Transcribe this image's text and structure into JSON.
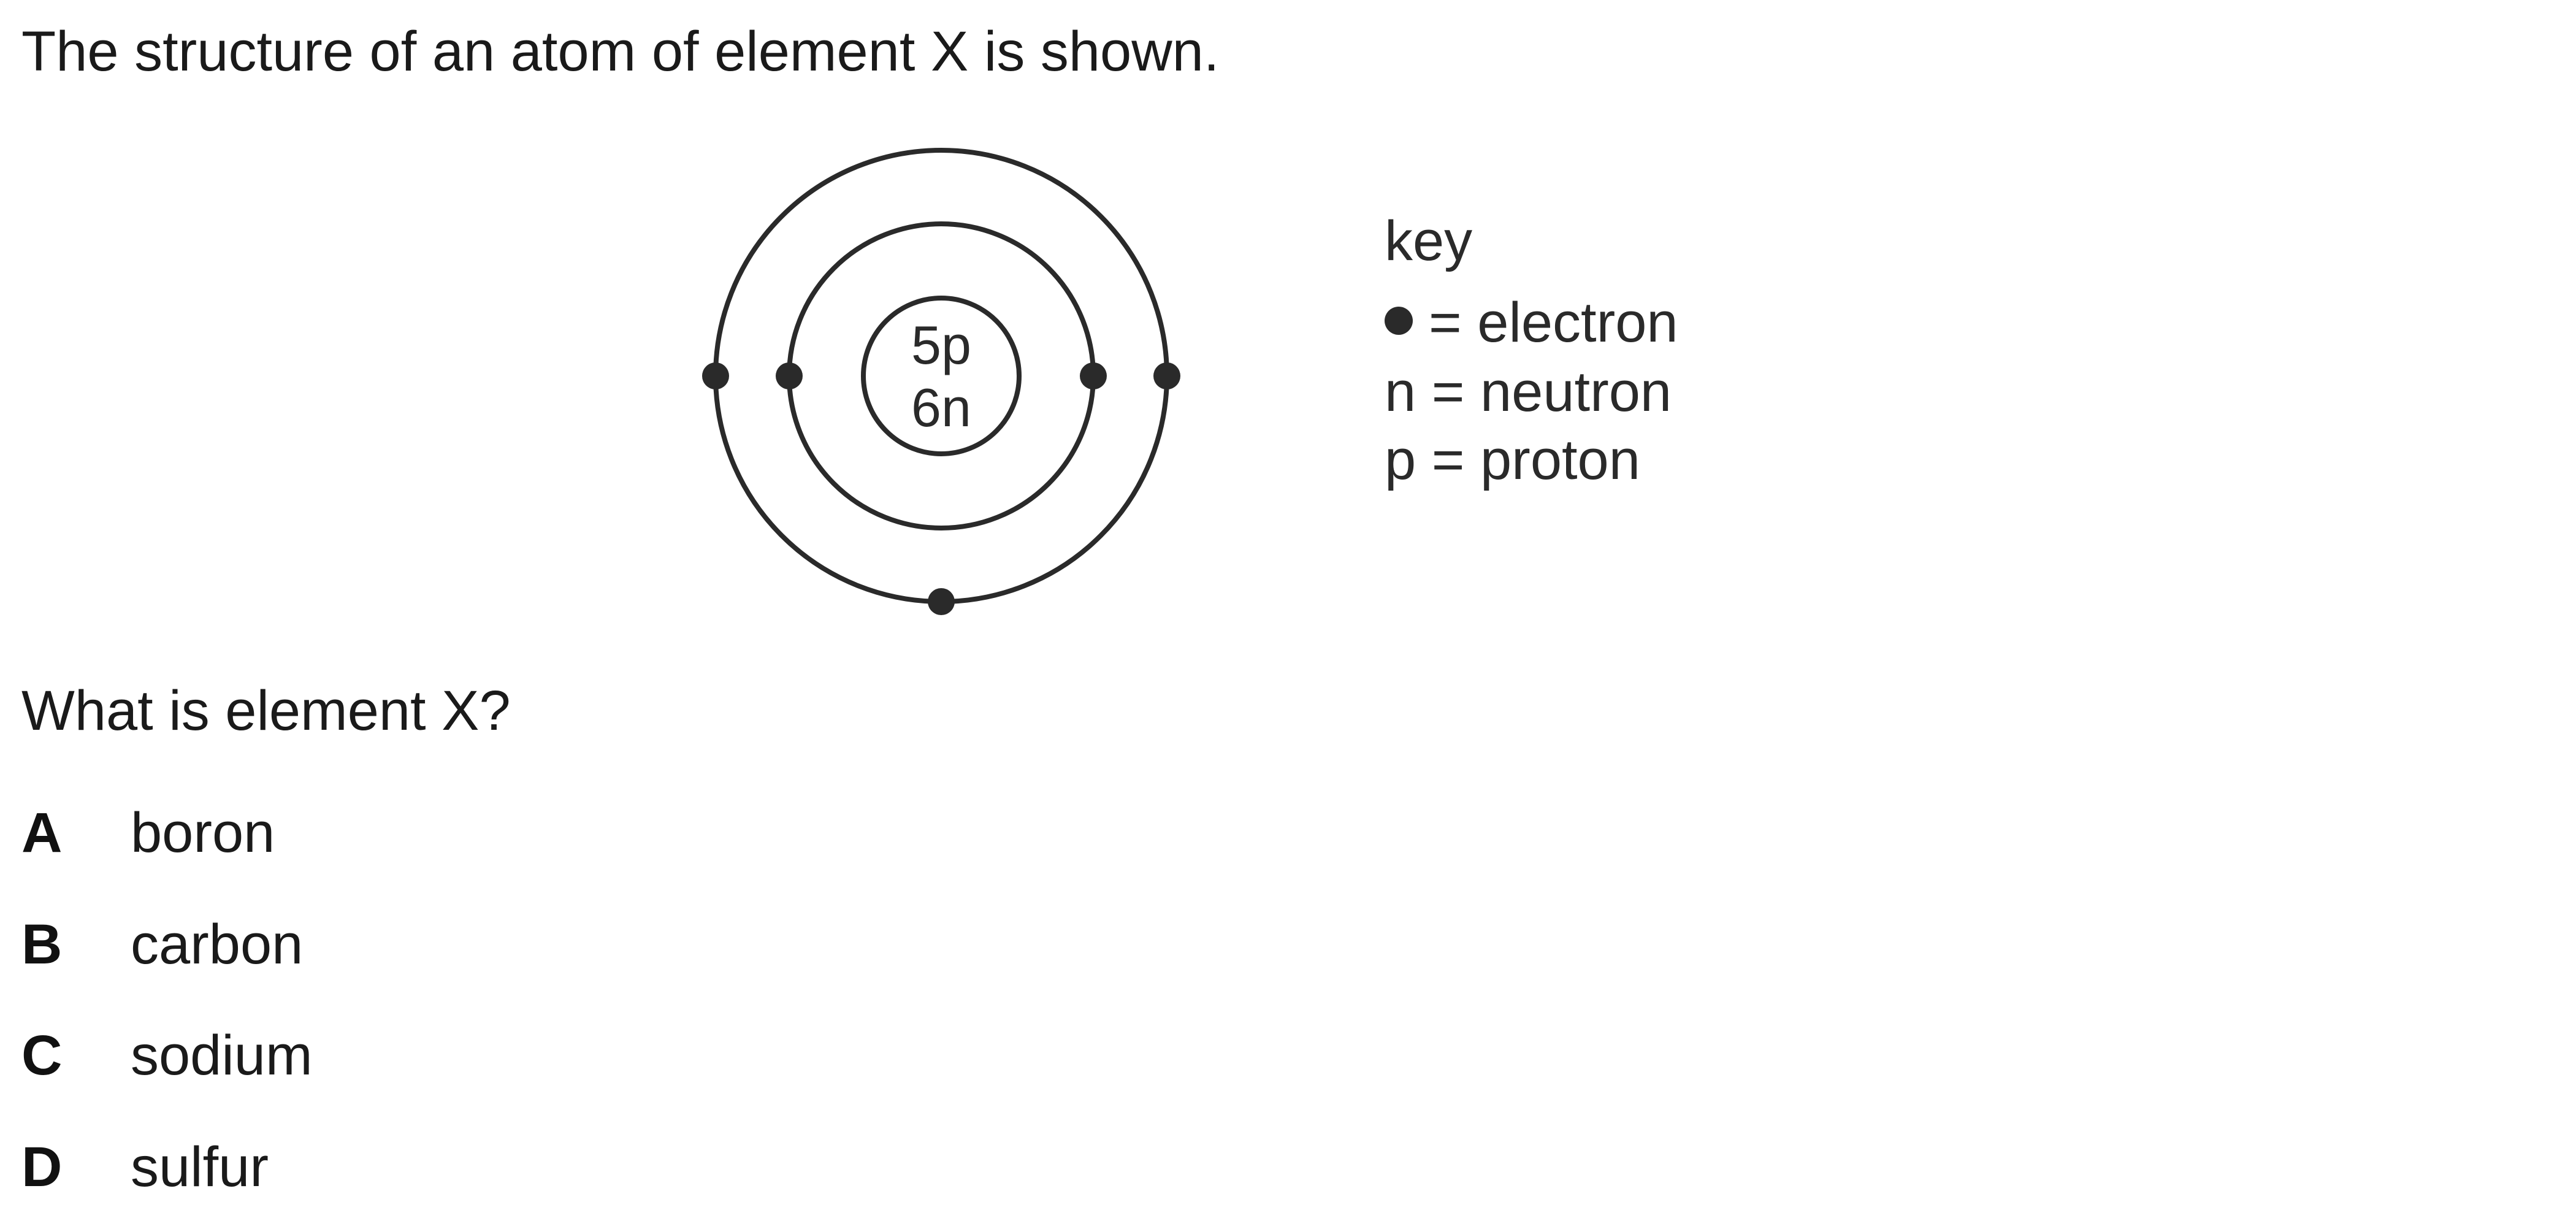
{
  "question": {
    "intro": "The structure of an atom of element X is shown.",
    "prompt": "What is element X?"
  },
  "atom": {
    "nucleus_protons": "5p",
    "nucleus_neutrons": "6n",
    "shell_electrons": [
      2,
      3
    ]
  },
  "key": {
    "title": "key",
    "electron": "= electron",
    "neutron": "n = neutron",
    "proton": "p = proton"
  },
  "options": [
    {
      "letter": "A",
      "text": "boron"
    },
    {
      "letter": "B",
      "text": "carbon"
    },
    {
      "letter": "C",
      "text": "sodium"
    },
    {
      "letter": "D",
      "text": "sulfur"
    }
  ],
  "colors": {
    "ink": "#1a1a1a",
    "diagram": "#2a2a2a"
  }
}
